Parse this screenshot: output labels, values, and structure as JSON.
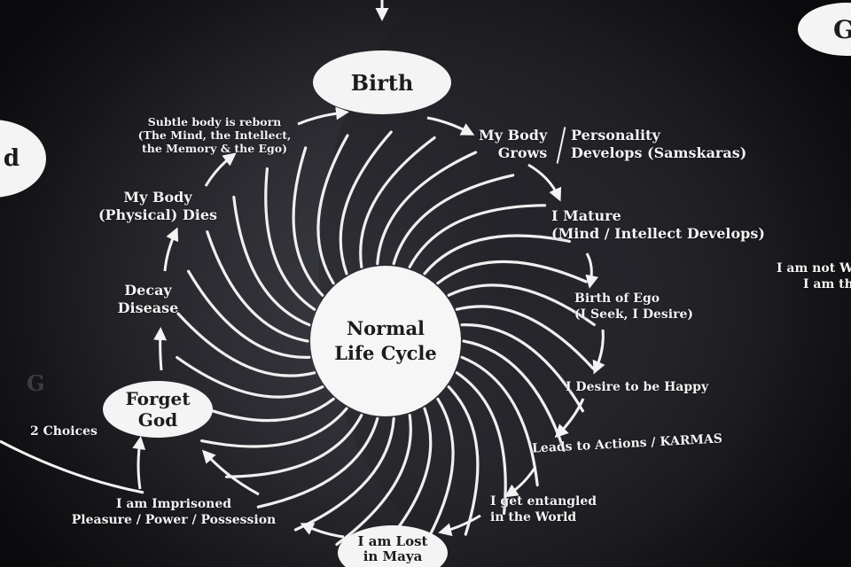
{
  "center": {
    "line1": "Normal",
    "line2": "Life Cycle"
  },
  "birth": "Birth",
  "forget_god": {
    "line1": "Forget",
    "line2": "God"
  },
  "lost_maya": {
    "line1": "I am Lost",
    "line2": "in Maya"
  },
  "nodes": {
    "body_grows": {
      "line1": "My Body",
      "line2": "Grows"
    },
    "personality": {
      "line1": "Personality",
      "line2": "Develops (Samskaras)"
    },
    "mature": {
      "line1": "I Mature",
      "line2": "(Mind / Intellect Develops)"
    },
    "ego": {
      "line1": "Birth of Ego",
      "line2": "(I Seek, I Desire)"
    },
    "desire": "I Desire to be Happy",
    "actions": "Leads to Actions / KARMAS",
    "entangled": {
      "line1": "I get entangled",
      "line2": "in the World"
    },
    "imprisoned": {
      "line1": "I am Imprisoned",
      "line2": "Pleasure / Power / Possession"
    },
    "choices": "2 Choices",
    "decay": {
      "line1": "Decay",
      "line2": "Disease"
    },
    "dies": {
      "line1": "My Body",
      "line2": "(Physical) Dies"
    },
    "reborn": {
      "line1": "Subtle body is reborn",
      "line2": "(The Mind, the Intellect,",
      "line3": "the Memory & the Ego)"
    }
  },
  "edge_text": {
    "left_oval": "d",
    "top_right_oval": "G",
    "right_line1": "I am not W",
    "right_line2": "I am th"
  },
  "colors": {
    "background": "#1e1e22",
    "text": "#f3f3f3",
    "oval_fill": "#f4f4f4",
    "oval_text": "#1c1c1c"
  }
}
